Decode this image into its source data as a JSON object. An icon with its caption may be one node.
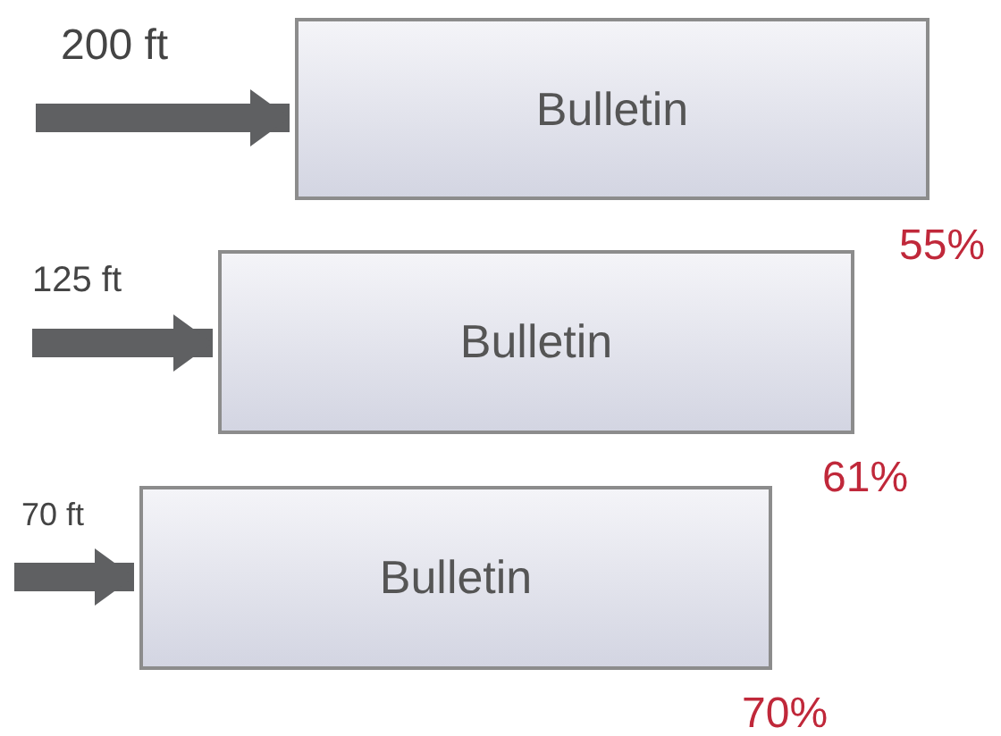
{
  "diagram": {
    "nodes": [
      {
        "text": [
          "Bulletin"
        ]
      },
      {
        "text": [
          "Bulletin"
        ]
      },
      {
        "text": [
          "Bulletin"
        ]
      }
    ],
    "edges": [
      {
        "from": null,
        "to": 0,
        "arrow": "to"
      },
      {
        "from": null,
        "to": 1,
        "arrow": "to"
      },
      {
        "from": null,
        "to": 2,
        "arrow": "to"
      }
    ],
    "labels": [
      "200 ft",
      "55%",
      "125 ft",
      "61%",
      "70 ft",
      "70%"
    ]
  }
}
